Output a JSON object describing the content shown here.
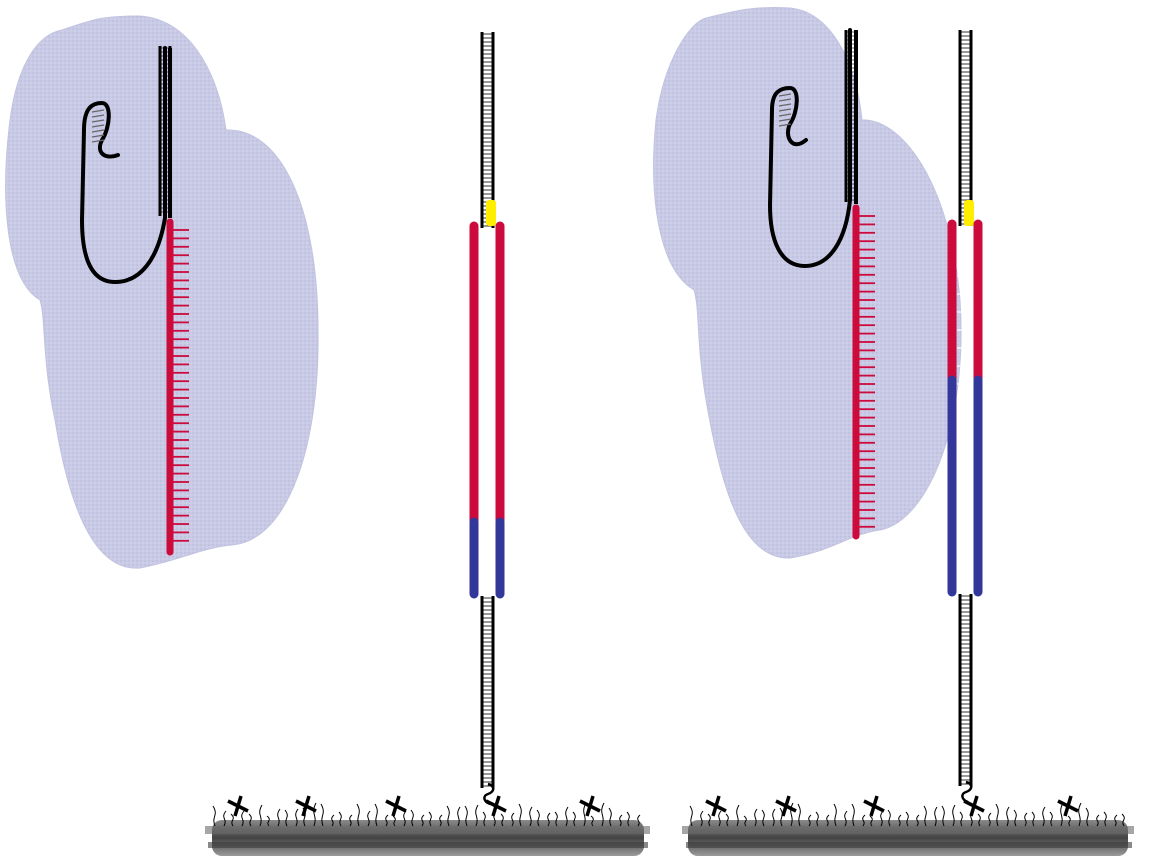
{
  "title": "",
  "colors": {
    "background": "#ffffff",
    "protein_blob": "#c9cae6",
    "rna_strand": "#cc0a3c",
    "dna_strand": "#33379a",
    "primer_tip": "#ffee00",
    "duplex_backbone": "#000000",
    "surface": "#555555"
  },
  "panels": [
    {
      "name": "left-panel",
      "components": [
        "protein-blob",
        "hairpin-rna",
        "red-strand"
      ]
    },
    {
      "name": "middle-panel",
      "components": [
        "tethered-duplex",
        "red-segment",
        "blue-segment",
        "yellow-tip",
        "surface"
      ]
    },
    {
      "name": "right-panel",
      "components": [
        "protein-blob",
        "hairpin-rna",
        "red-strand",
        "tethered-duplex",
        "red-segment",
        "blue-segment",
        "yellow-tip",
        "surface"
      ]
    }
  ],
  "surface_marker_icon": "x-mark-icon"
}
